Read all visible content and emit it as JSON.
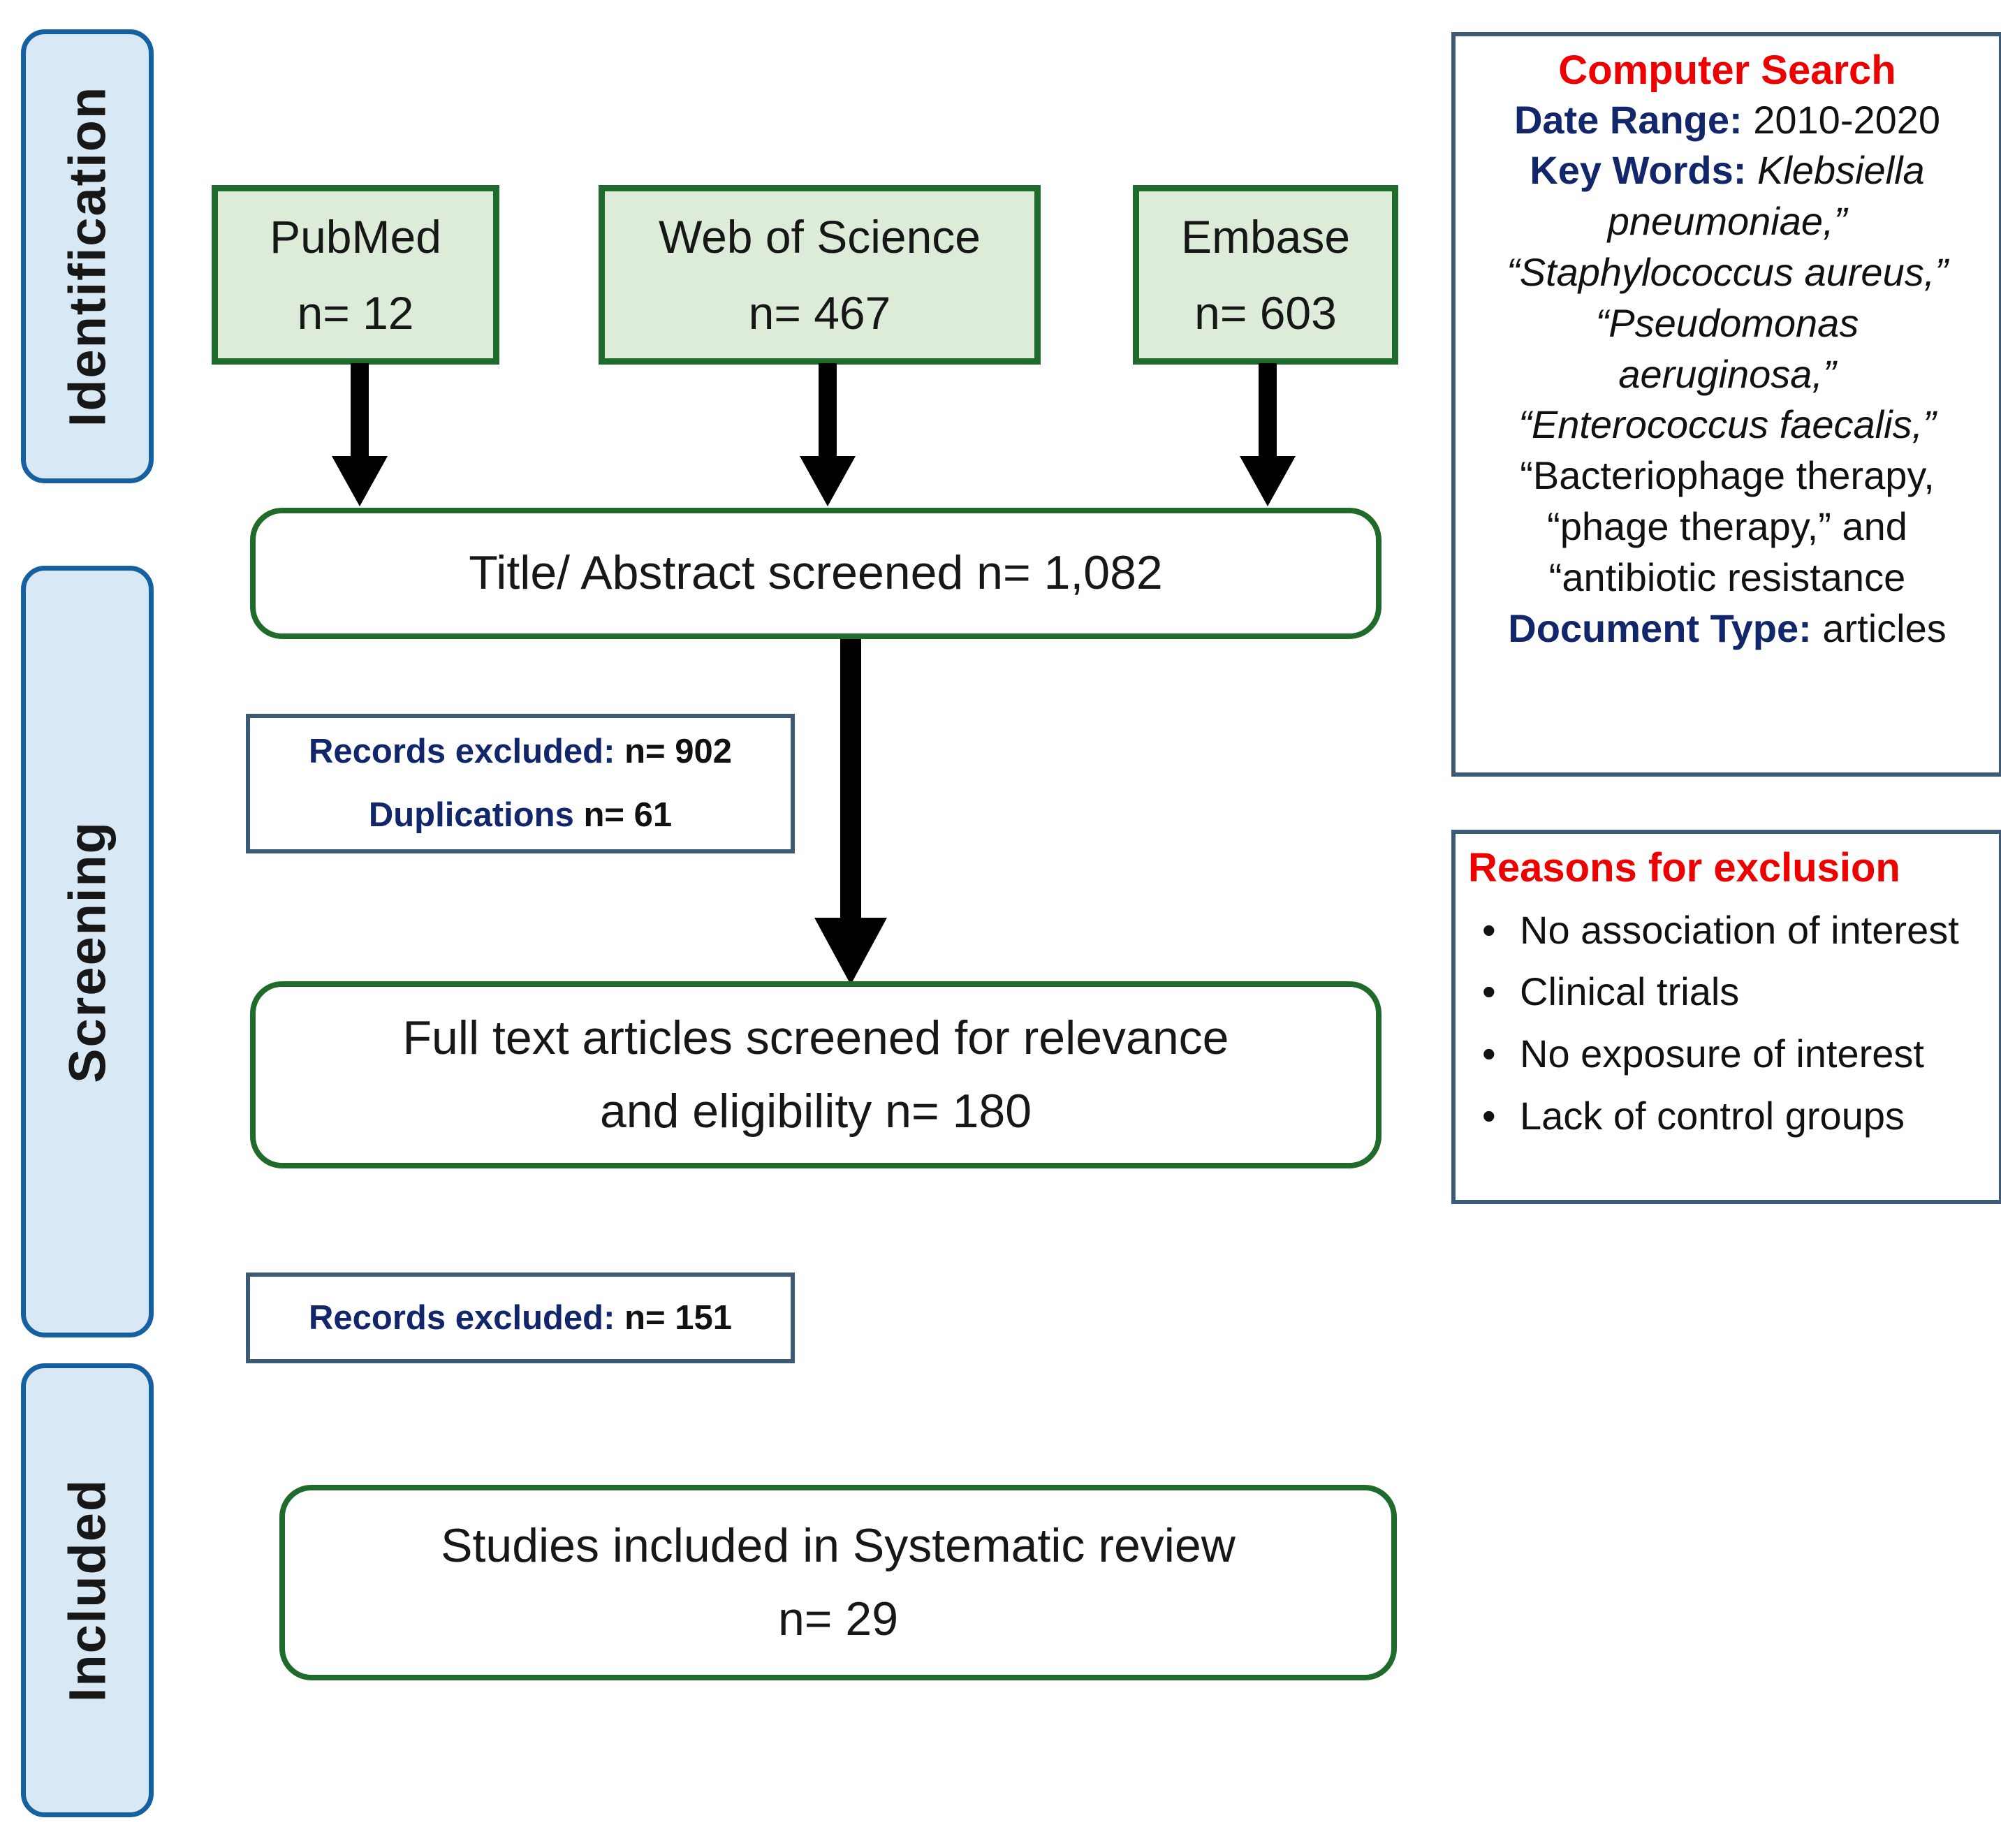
{
  "stages": [
    {
      "label": "Identification"
    },
    {
      "label": "Screening"
    },
    {
      "label": "Included"
    }
  ],
  "sources": [
    {
      "name": "PubMed",
      "count": "n= 12"
    },
    {
      "name": "Web of Science",
      "count": "n= 467"
    },
    {
      "name": "Embase",
      "count": "n= 603"
    }
  ],
  "flow": {
    "screened": {
      "line1": "Title/ Abstract screened n= 1,082"
    },
    "fulltext": {
      "line1": "Full text articles screened for relevance",
      "line2": "and eligibility  n= 180"
    },
    "included": {
      "line1": "Studies included in Systematic review",
      "line2": "n= 29"
    }
  },
  "exclusions": {
    "first": {
      "row1_label": "Records excluded:",
      "row1_value": "n= 902",
      "row2_label": "Duplications",
      "row2_value": "n= 61"
    },
    "second": {
      "row1_label": "Records excluded:",
      "row1_value": "n= 151"
    }
  },
  "search_panel": {
    "title": "Computer Search",
    "date_range_label": "Date Range:",
    "date_range_value": "2010-2020",
    "keywords_label": "Key Words:",
    "keyword_lines": [
      "Klebsiella",
      "pneumoniae,”",
      "“Staphylococcus aureus,”",
      "“Pseudomonas",
      "aeruginosa,”",
      "“Enterococcus faecalis,”"
    ],
    "keyword_lines_plain": [
      "“Bacteriophage therapy,",
      "“phage therapy,” and",
      "“antibiotic resistance"
    ],
    "doc_type_label": "Document Type:",
    "doc_type_value": "articles"
  },
  "reasons_panel": {
    "title": "Reasons for exclusion",
    "bullet_glyph": "•",
    "items": [
      "No association of interest",
      "Clinical trials",
      "No exposure of interest",
      "Lack of control groups"
    ]
  },
  "colors": {
    "stage_fill": "#d9e8f5",
    "stage_border": "#1560a0",
    "source_fill": "#dcecd8",
    "source_border": "#1f6b2c",
    "flow_border": "#1f6b2c",
    "panel_border": "#3d5a77",
    "accent_red": "#ee0000",
    "accent_navy": "#12276b",
    "arrow": "#000000"
  }
}
